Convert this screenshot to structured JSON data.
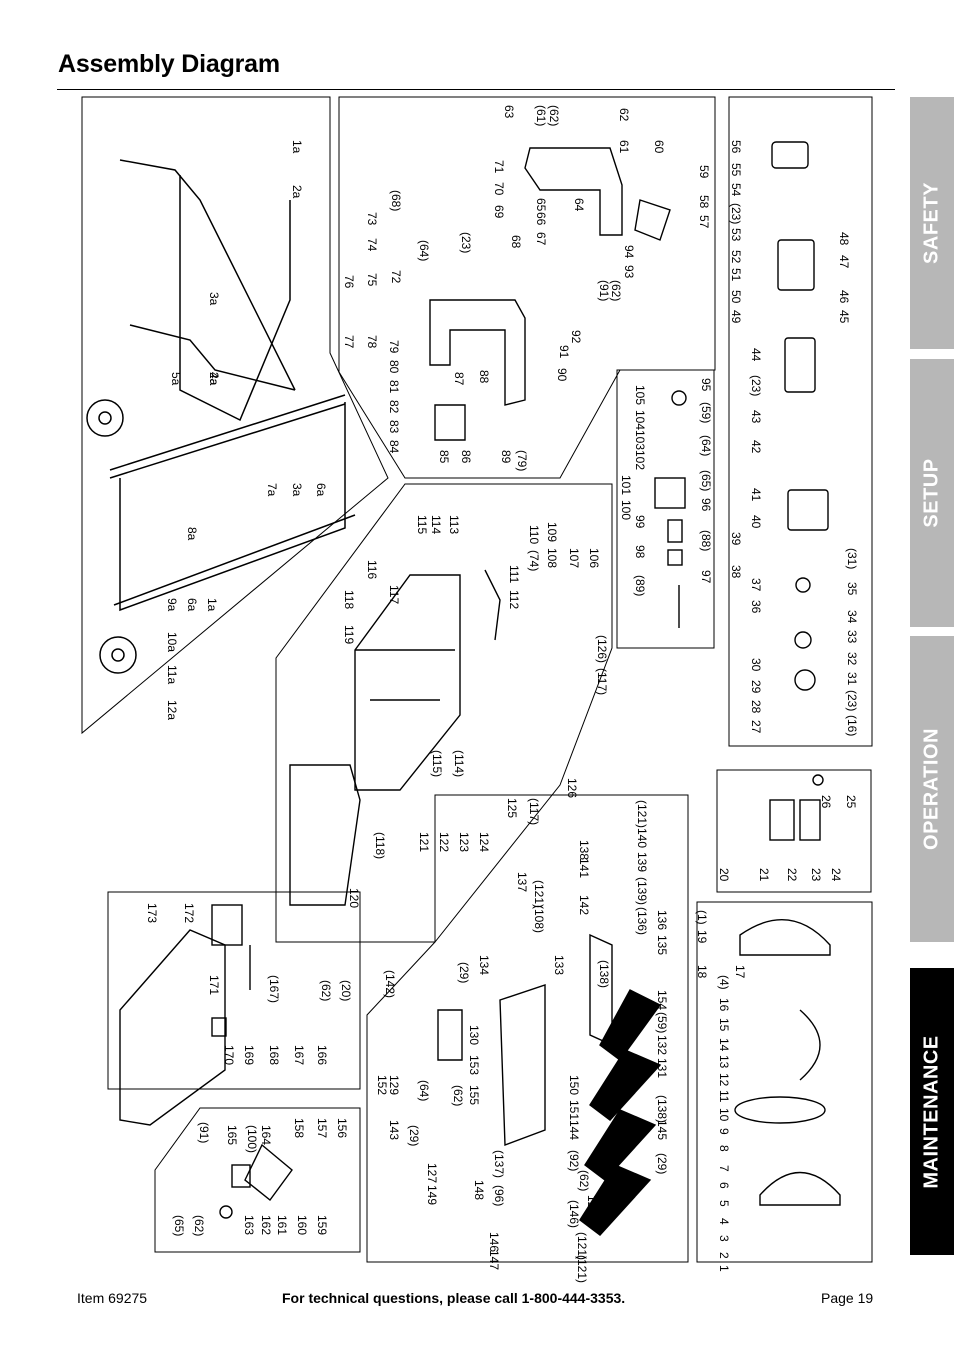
{
  "page_title": "Assembly Diagram",
  "tabs": [
    {
      "label": "SAFETY",
      "active": false
    },
    {
      "label": "SETUP",
      "active": false
    },
    {
      "label": "OPERATION",
      "active": false
    },
    {
      "label": "MAINTENANCE",
      "active": true
    }
  ],
  "colors": {
    "tab_inactive": "#b7b7b7",
    "tab_active": "#000000",
    "tab_text": "#ffffff"
  },
  "footer": {
    "item": "Item 69275",
    "support": "For technical questions, please call 1-800-444-3353.",
    "page": "Page 19"
  },
  "diagram": {
    "stand_labels": [
      "1a",
      "2a",
      "3a",
      "4a",
      "5a",
      "2a",
      "3a",
      "6a",
      "7a",
      "8a",
      "9a",
      "1a",
      "6a",
      "10a",
      "11a",
      "12a"
    ],
    "upper_labels": [
      "(61)",
      "(62)",
      "63",
      "62",
      "61",
      "60",
      "59",
      "58",
      "57",
      "71",
      "70",
      "69",
      "65",
      "66",
      "67",
      "64",
      "94",
      "93",
      "(91)",
      "(62)",
      "92",
      "91",
      "90",
      "(68)",
      "73",
      "74",
      "(64)",
      "(23)",
      "68",
      "72",
      "75",
      "76",
      "77",
      "78",
      "79",
      "80",
      "81",
      "82",
      "83",
      "84",
      "85",
      "86",
      "87",
      "88",
      "89",
      "(79)"
    ],
    "motor_labels": [
      "56",
      "55",
      "54",
      "(23)",
      "53",
      "52",
      "51",
      "50",
      "49",
      "48",
      "47",
      "46",
      "45",
      "44",
      "(23)",
      "43",
      "42",
      "41",
      "40",
      "39",
      "38",
      "37",
      "36",
      "(31)",
      "35",
      "34",
      "33",
      "32",
      "31",
      "30",
      "29",
      "28",
      "27",
      "(23)",
      "(16)"
    ],
    "handwheel_labels": [
      "95",
      "(59)",
      "(64)",
      "(65)",
      "96",
      "(88)",
      "97",
      "105",
      "104",
      "103",
      "102",
      "101",
      "100",
      "99",
      "98",
      "(89)"
    ],
    "frame_labels": [
      "115",
      "113",
      "114",
      "109",
      "110",
      "(74)",
      "108",
      "106",
      "107",
      "111",
      "112",
      "116",
      "117",
      "118",
      "119",
      "(126)",
      "(117)",
      "(115)",
      "(114)",
      "126",
      "(117)",
      "125",
      "121",
      "122",
      "123",
      "124",
      "(118)",
      "120"
    ],
    "small_labels": [
      "25",
      "26",
      "24",
      "23",
      "22",
      "21",
      "20"
    ],
    "blade_labels": [
      "(1)",
      "19",
      "18",
      "17",
      "(4)",
      "16",
      "15",
      "14",
      "13",
      "12",
      "11",
      "10",
      "9",
      "8",
      "7",
      "6",
      "5",
      "4",
      "3",
      "2",
      "1"
    ],
    "fence_labels": [
      "(121)",
      "140",
      "139",
      "138",
      "141",
      "(139)",
      "137",
      "(121)",
      "(108)",
      "142",
      "(136)",
      "136",
      "135",
      "134",
      "133",
      "(138)",
      "(29)",
      "(142)",
      "154",
      "(59)",
      "132",
      "131",
      "130",
      "153",
      "152",
      "129",
      "(64)",
      "(62)",
      "155",
      "150",
      "151",
      "143",
      "(29)",
      "144",
      "(138)",
      "145",
      "(29)",
      "(137)",
      "(92)",
      "(62)",
      "128",
      "127",
      "149",
      "148",
      "(96)",
      "(146)",
      "146",
      "(121)",
      "147",
      "(121)"
    ],
    "table_labels": [
      "173",
      "172",
      "171",
      "(167)",
      "(62)",
      "(20)",
      "170",
      "169",
      "168",
      "167",
      "166"
    ],
    "miter_labels": [
      "156",
      "157",
      "158",
      "(100)",
      "164",
      "165",
      "(91)",
      "159",
      "160",
      "161",
      "162",
      "163",
      "(62)",
      "(65)"
    ]
  }
}
